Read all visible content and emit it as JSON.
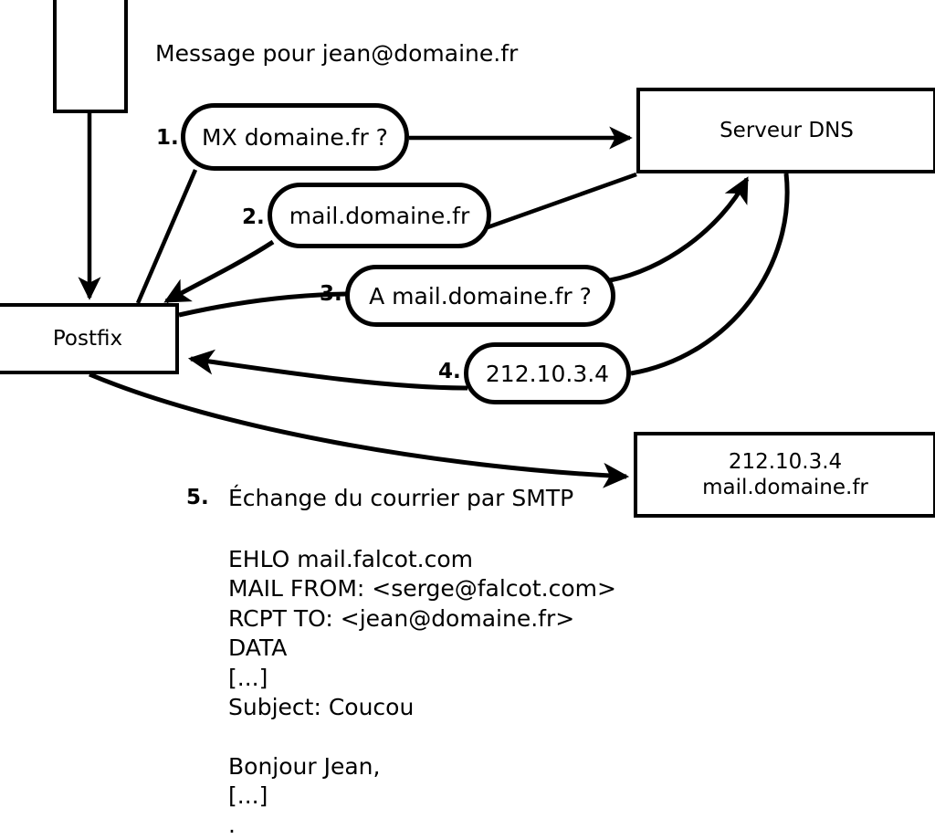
{
  "diagram": {
    "title": "Message pour jean@domaine.fr",
    "nodes": {
      "source_box": {
        "label": ""
      },
      "postfix": {
        "label": "Postfix"
      },
      "dns_server": {
        "label": "Serveur DNS"
      },
      "remote_mx": {
        "line1": "212.10.3.4",
        "line2": "mail.domaine.fr"
      }
    },
    "steps": [
      {
        "num": "1.",
        "label": "MX domaine.fr ?"
      },
      {
        "num": "2.",
        "label": "mail.domaine.fr"
      },
      {
        "num": "3.",
        "label": "A mail.domaine.fr ?"
      },
      {
        "num": "4.",
        "label": "212.10.3.4"
      },
      {
        "num": "5.",
        "label": "Échange du courrier par SMTP"
      }
    ],
    "smtp_transcript": [
      "EHLO mail.falcot.com",
      "MAIL FROM: <serge@falcot.com>",
      "RCPT TO: <jean@domaine.fr>",
      "DATA",
      "[...]",
      "Subject: Coucou",
      "",
      "Bonjour Jean,",
      "[...]",
      "."
    ],
    "colors": {
      "stroke": "#000000",
      "fill": "#ffffff"
    }
  }
}
